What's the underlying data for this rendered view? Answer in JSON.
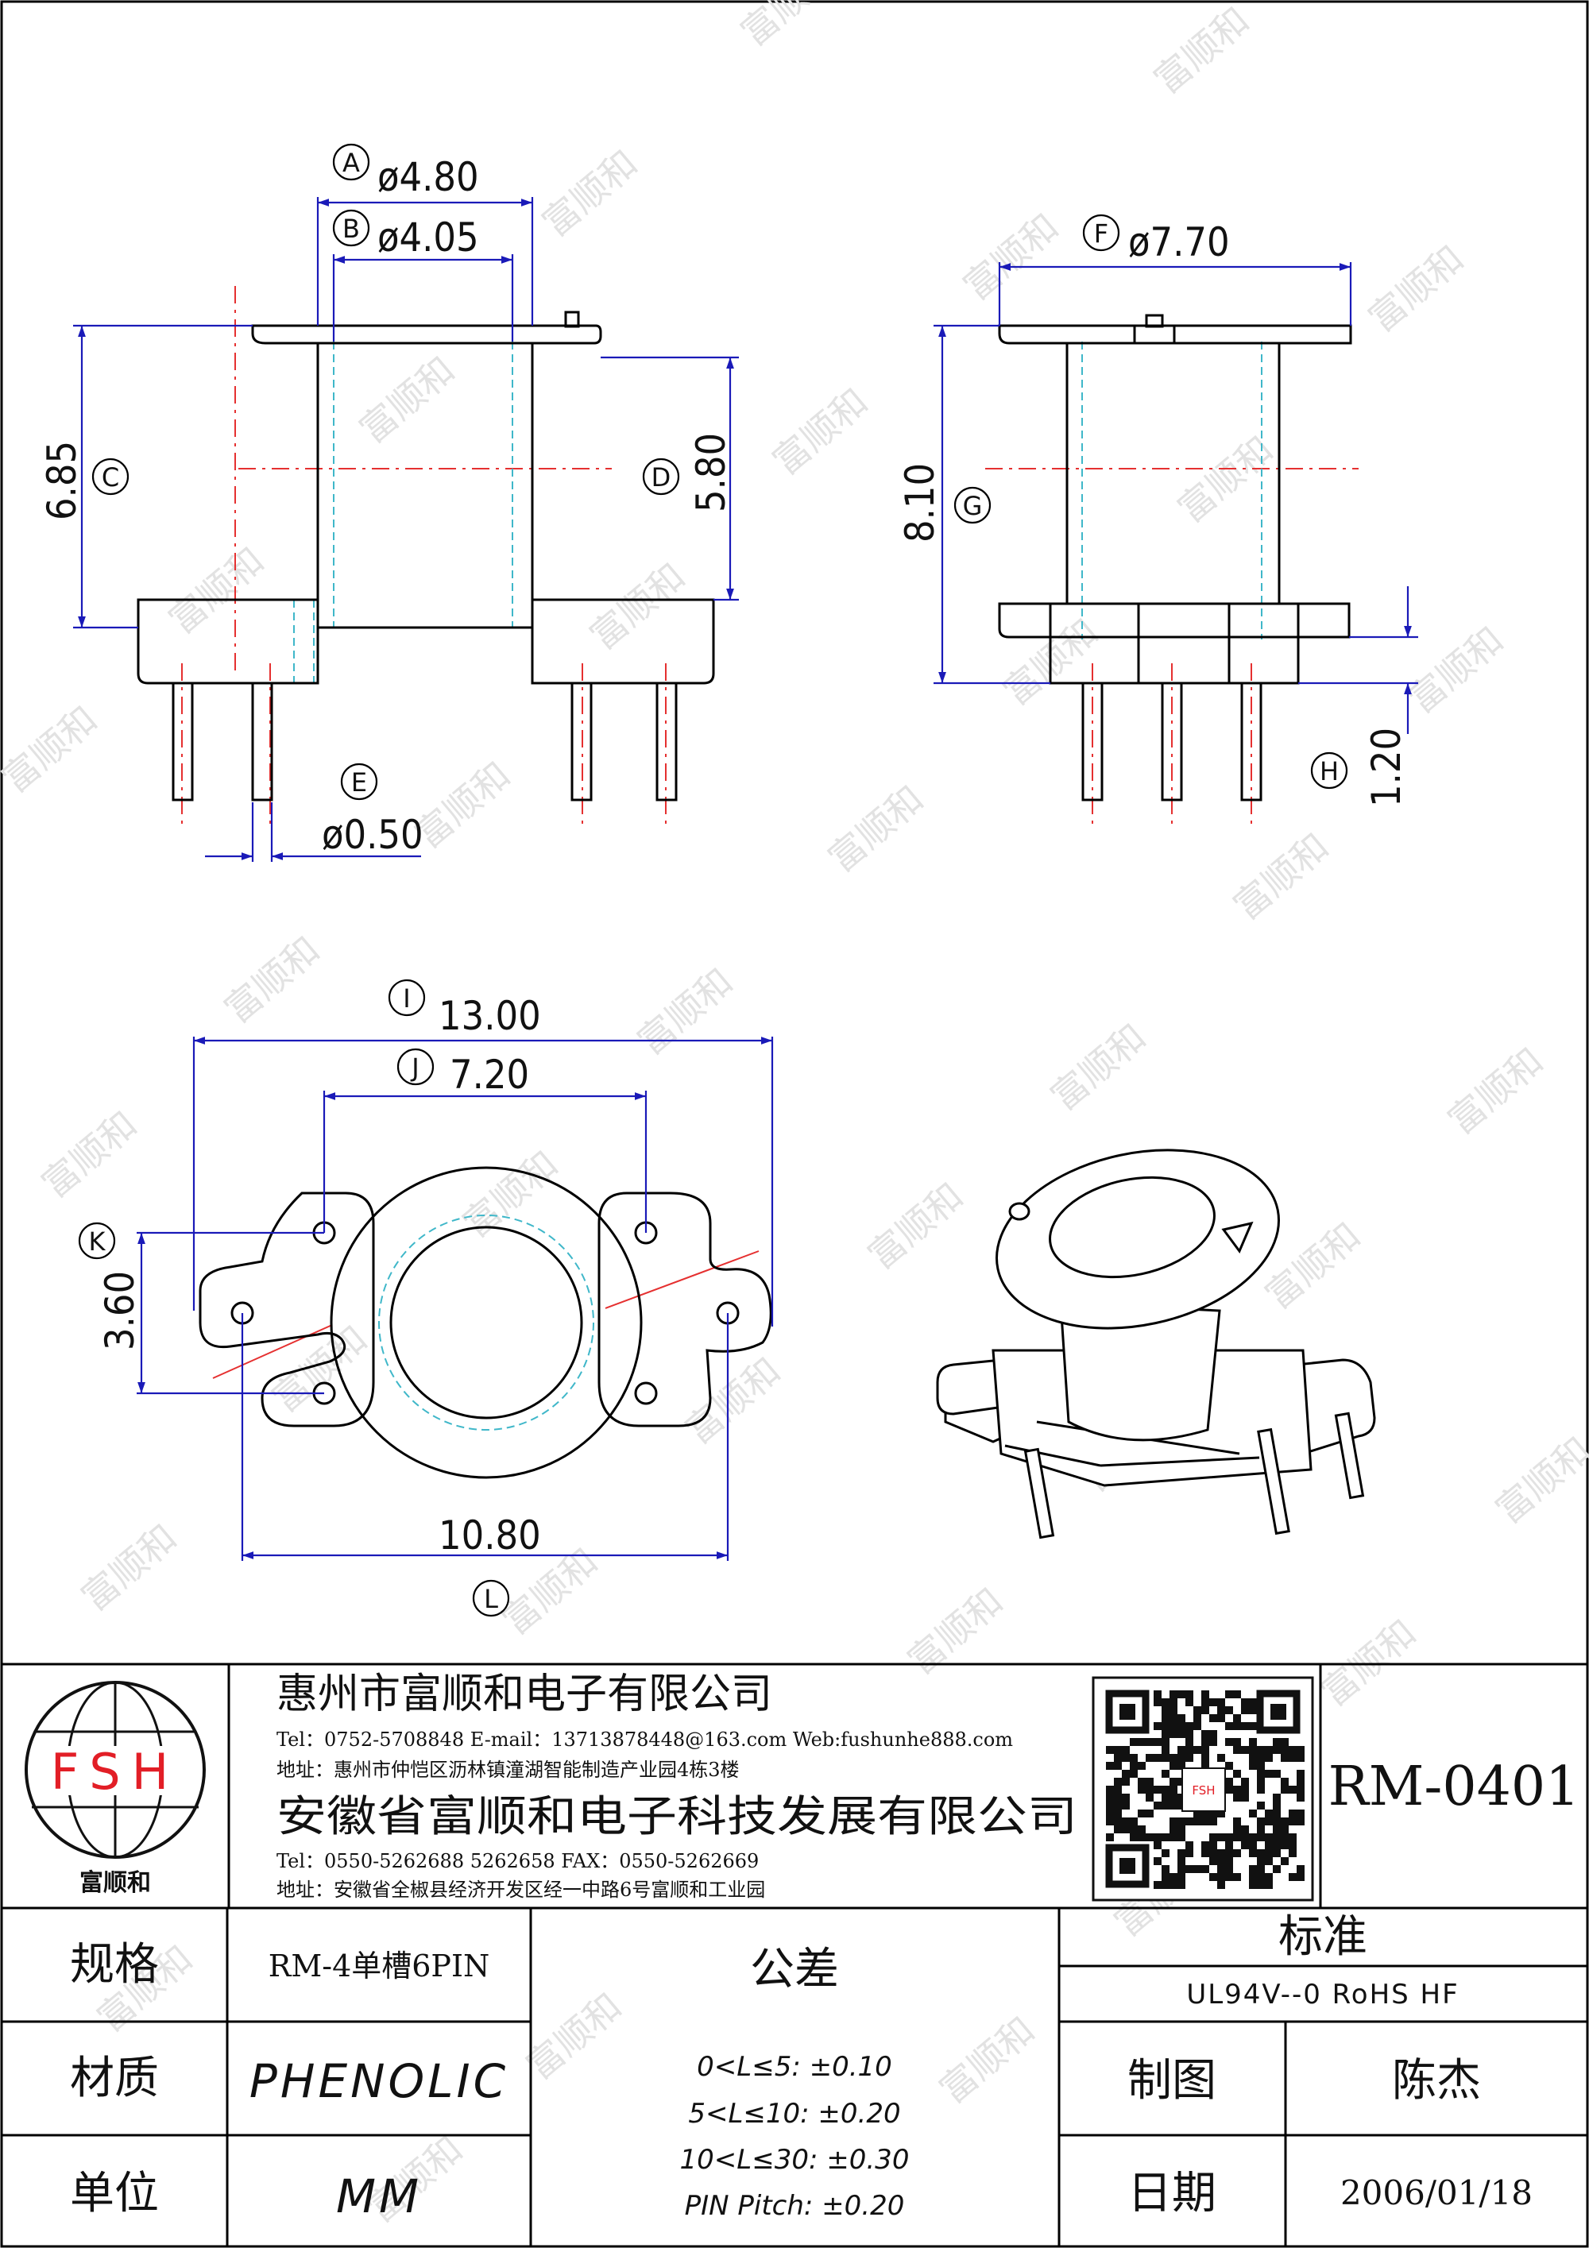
{
  "watermark": "富顺和",
  "views": {
    "front": {
      "dims": {
        "A": "ø4.80",
        "B": "ø4.05",
        "C": "6.85",
        "D": "5.80",
        "E": "ø0.50"
      }
    },
    "side": {
      "dims": {
        "F": "ø7.70",
        "G": "8.10",
        "H": "1.20"
      }
    },
    "bottom": {
      "dims": {
        "I": "13.00",
        "J": "7.20",
        "K": "3.60",
        "L": "10.80"
      }
    }
  },
  "title_block": {
    "logo_text": "FSH",
    "logo_caption": "富顺和",
    "company1": {
      "name": "惠州市富顺和电子有限公司",
      "contact": "Tel：0752-5708848  E-mail：13713878448@163.com  Web:fushunhe888.com",
      "address": "地址：惠州市仲恺区沥林镇潼湖智能制造产业园4栋3楼"
    },
    "company2": {
      "name": "安徽省富顺和电子科技发展有限公司",
      "contact": "Tel：0550-5262688  5262658     FAX：0550-5262669",
      "address": "地址：安徽省全椒县经济开发区经一中路6号富顺和工业园"
    },
    "qr_center": "FSH",
    "part_number": "RM-0401",
    "spec_label": "规格",
    "spec_value": "RM-4单槽6PIN",
    "material_label": "材质",
    "material_value": "PHENOLIC",
    "unit_label": "单位",
    "unit_value": "MM",
    "tolerance_label": "公差",
    "tolerances": [
      "0<L≤5: ±0.10",
      "5<L≤10: ±0.20",
      "10<L≤30: ±0.30",
      "PIN Pitch: ±0.20"
    ],
    "standard_label": "标准",
    "standard_value": "UL94V--0  RoHS HF",
    "drawn_label": "制图",
    "drawn_value": "陈杰",
    "date_label": "日期",
    "date_value": "2006/01/18"
  },
  "colors": {
    "line": "#000000",
    "dimension": "#1a1ab8",
    "center": "#e53030",
    "hidden": "#3fb7c9",
    "logo_red": "#e21e26"
  }
}
